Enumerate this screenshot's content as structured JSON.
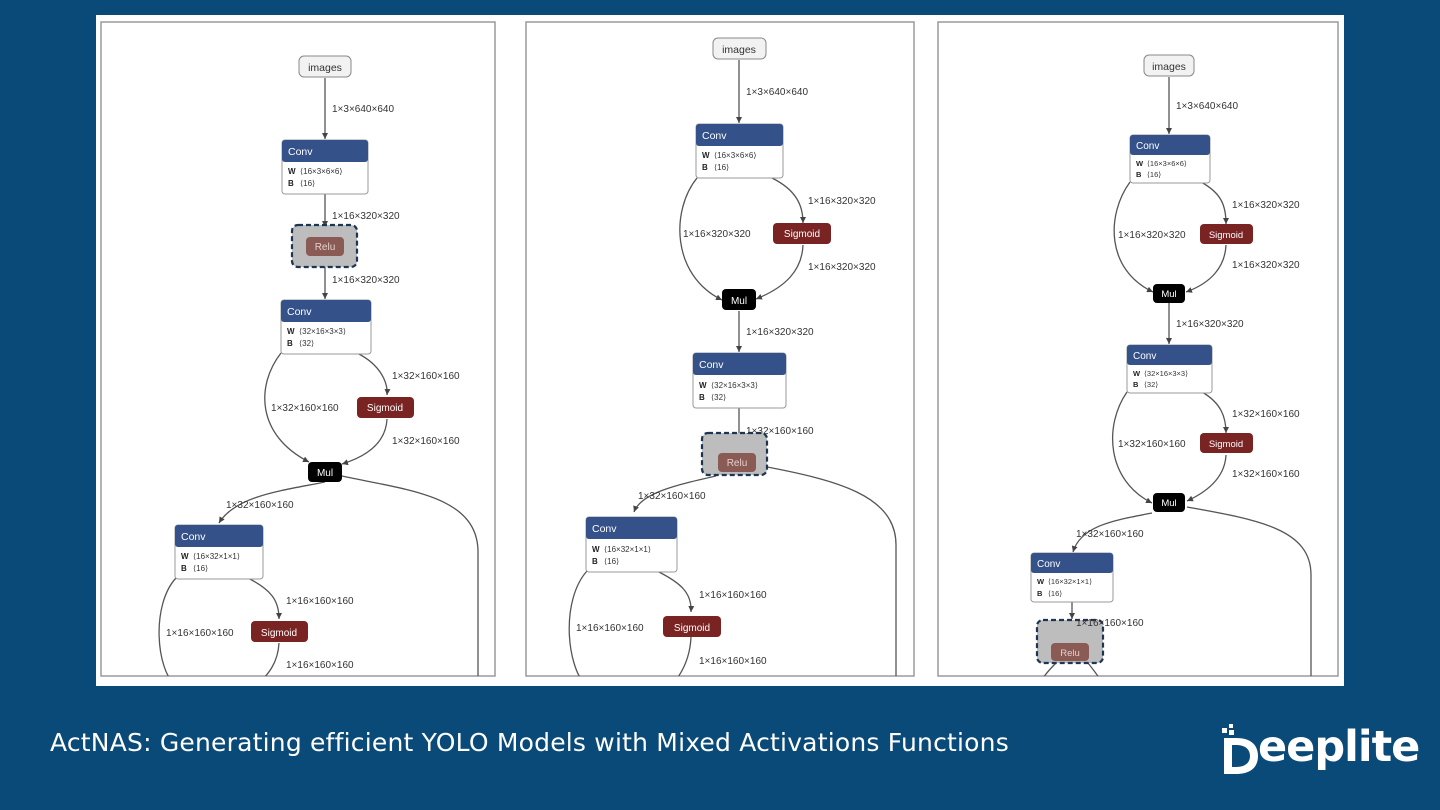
{
  "footer": {
    "title": "ActNAS:  Generating efficient YOLO Models with Mixed Activations Functions"
  },
  "logo": {
    "text": "eeplite",
    "letter": "D"
  },
  "colors": {
    "background": "#0a4a78",
    "conv_header": "#34518a",
    "sigmoid": "#7a2323",
    "mul": "#000000",
    "relu_fill": "#bdbdbd",
    "relu_box": "#8a5a55",
    "highlight_border": "#1c3554"
  },
  "panels": [
    {
      "images_label": "images",
      "input_shape": "1×3×640×640",
      "conv1": {
        "title": "Conv",
        "w_key": "W",
        "w_val": "⟨16×3×6×6⟩",
        "b_key": "B",
        "b_val": "⟨16⟩"
      },
      "edge_a": "1×16×320×320",
      "relu_label": "Relu",
      "edge_b": "1×16×320×320",
      "conv2": {
        "title": "Conv",
        "w_key": "W",
        "w_val": "⟨32×16×3×3⟩",
        "b_key": "B",
        "b_val": "⟨32⟩"
      },
      "left_edge": "1×32×160×160",
      "sig_in": "1×32×160×160",
      "sigmoid_label": "Sigmoid",
      "sig_out": "1×32×160×160",
      "mul_label": "Mul",
      "edge_c": "1×32×160×160",
      "conv3": {
        "title": "Conv",
        "w_key": "W",
        "w_val": "⟨16×32×1×1⟩",
        "b_key": "B",
        "b_val": "⟨16⟩"
      },
      "left_edge2": "1×16×160×160",
      "sig2_in": "1×16×160×160",
      "sigmoid2_label": "Sigmoid",
      "sig2_out": "1×16×160×160"
    },
    {
      "images_label": "images",
      "input_shape": "1×3×640×640",
      "conv1": {
        "title": "Conv",
        "w_key": "W",
        "w_val": "⟨16×3×6×6⟩",
        "b_key": "B",
        "b_val": "⟨16⟩"
      },
      "left_edge": "1×16×320×320",
      "sig_in": "1×16×320×320",
      "sigmoid_label": "Sigmoid",
      "sig_out": "1×16×320×320",
      "mul_label": "Mul",
      "edge_a": "1×16×320×320",
      "conv2": {
        "title": "Conv",
        "w_key": "W",
        "w_val": "⟨32×16×3×3⟩",
        "b_key": "B",
        "b_val": "⟨32⟩"
      },
      "edge_b": "1×32×160×160",
      "relu_label": "Relu",
      "edge_c": "1×32×160×160",
      "conv3": {
        "title": "Conv",
        "w_key": "W",
        "w_val": "⟨16×32×1×1⟩",
        "b_key": "B",
        "b_val": "⟨16⟩"
      },
      "left_edge2": "1×16×160×160",
      "sig2_in": "1×16×160×160",
      "sigmoid2_label": "Sigmoid",
      "sig2_out": "1×16×160×160"
    },
    {
      "images_label": "images",
      "input_shape": "1×3×640×640",
      "conv1": {
        "title": "Conv",
        "w_key": "W",
        "w_val": "⟨16×3×6×6⟩",
        "b_key": "B",
        "b_val": "⟨16⟩"
      },
      "left_edge": "1×16×320×320",
      "sig_in": "1×16×320×320",
      "sigmoid_label": "Sigmoid",
      "sig_out": "1×16×320×320",
      "mul_label": "Mul",
      "edge_a": "1×16×320×320",
      "conv2": {
        "title": "Conv",
        "w_key": "W",
        "w_val": "⟨32×16×3×3⟩",
        "b_key": "B",
        "b_val": "⟨32⟩"
      },
      "left_edge2": "1×32×160×160",
      "sig2_in": "1×32×160×160",
      "sigmoid2_label": "Sigmoid",
      "sig2_out": "1×32×160×160",
      "mul2_label": "Mul",
      "edge_c": "1×32×160×160",
      "conv3": {
        "title": "Conv",
        "w_key": "W",
        "w_val": "⟨16×32×1×1⟩",
        "b_key": "B",
        "b_val": "⟨16⟩"
      },
      "edge_d": "1×16×160×160",
      "relu_label": "Relu"
    }
  ]
}
